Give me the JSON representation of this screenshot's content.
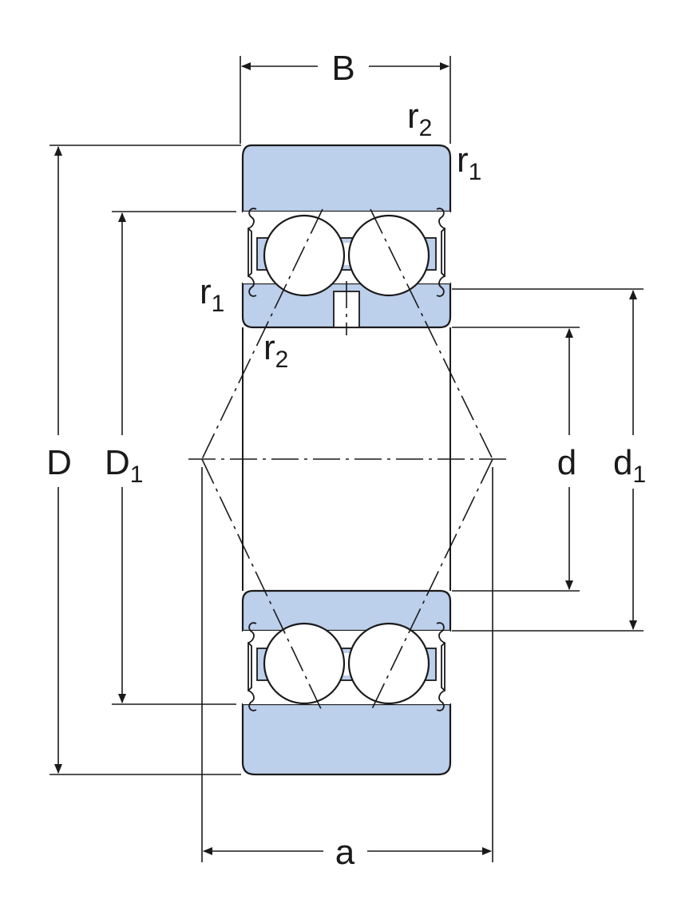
{
  "colors": {
    "line": "#1a1a1a",
    "ring_fill": "#bccfeb",
    "ball_fill": "#ffffff",
    "background": "#ffffff"
  },
  "labels": {
    "width": "B",
    "outer_diameter": "D",
    "shoulder_outer": {
      "main": "D",
      "sub": "1"
    },
    "bore": "d",
    "shoulder_inner": {
      "main": "d",
      "sub": "1"
    },
    "pressure_center_distance": "a",
    "chamfer_r2_top": {
      "main": "r",
      "sub": "2"
    },
    "chamfer_r1_top": {
      "main": "r",
      "sub": "1"
    },
    "chamfer_r1_inner": {
      "main": "r",
      "sub": "1"
    },
    "chamfer_r2_inner": {
      "main": "r",
      "sub": "2"
    }
  }
}
